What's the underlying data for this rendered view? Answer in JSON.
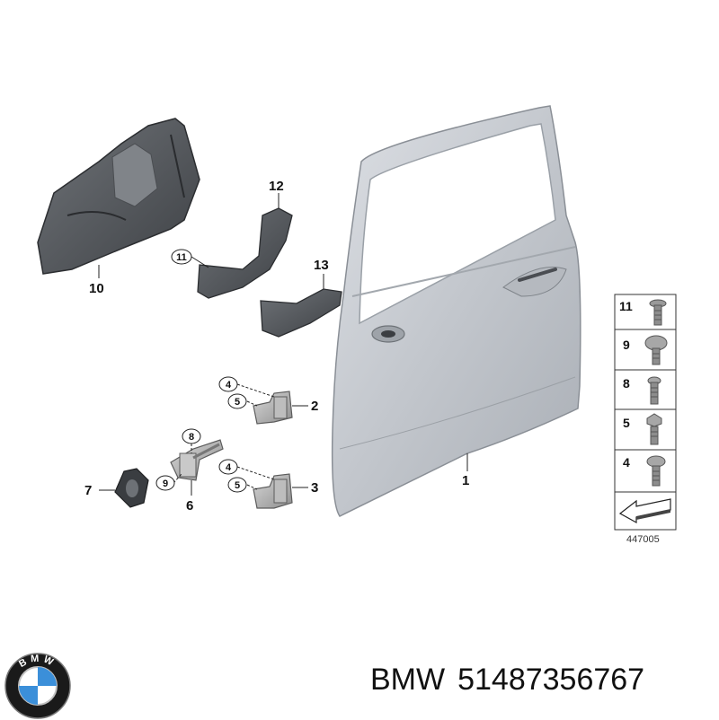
{
  "diagram": {
    "figure_number": "447005",
    "callouts": {
      "c1": "1",
      "c2": "2",
      "c3": "3",
      "c6": "6",
      "c7": "7",
      "c10": "10",
      "c12": "12",
      "c13": "13",
      "bubble_11": "11",
      "bubble_4a": "4",
      "bubble_5a": "5",
      "bubble_4b": "4",
      "bubble_5b": "5",
      "bubble_8": "8",
      "bubble_9": "9"
    },
    "parts_panel": [
      {
        "number": "11",
        "icon": "screw-icon"
      },
      {
        "number": "9",
        "icon": "screw-icon"
      },
      {
        "number": "8",
        "icon": "screw-icon"
      },
      {
        "number": "5",
        "icon": "screw-icon"
      },
      {
        "number": "4",
        "icon": "screw-icon"
      }
    ]
  },
  "footer": {
    "brand": "BMW",
    "part_number": "51487356767",
    "logo_letters": "BMW"
  }
}
